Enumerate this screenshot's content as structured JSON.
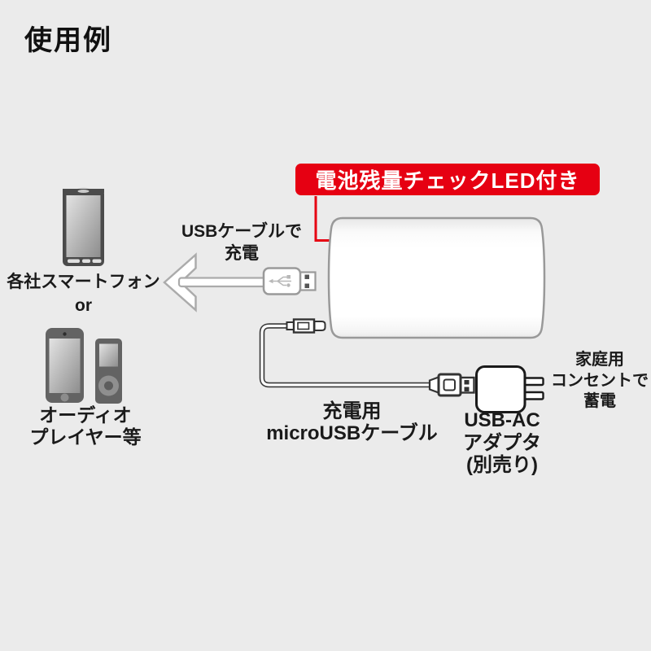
{
  "title": "使用例",
  "colors": {
    "background": "#ebebeb",
    "accent_red": "#e60012",
    "outline_gray": "#9a9a9a",
    "device_gray": "#636363",
    "cable_dark": "#333333"
  },
  "callout": {
    "label": "電池残量チェックLED付き"
  },
  "usb_charge": {
    "line1": "USBケーブルで",
    "line2": "充電"
  },
  "left_devices": {
    "smartphone_label": "各社スマートフォン",
    "or_label": "or",
    "audio_label_line1": "オーディオ",
    "audio_label_line2": "プレイヤー等"
  },
  "micro_cable": {
    "line1": "充電用",
    "line2": "microUSBケーブル"
  },
  "adapter": {
    "line1": "USB-AC",
    "line2": "アダプタ",
    "line3": "(別売り)"
  },
  "outlet": {
    "line1": "家庭用",
    "line2": "コンセントで",
    "line3": "蓄電"
  }
}
